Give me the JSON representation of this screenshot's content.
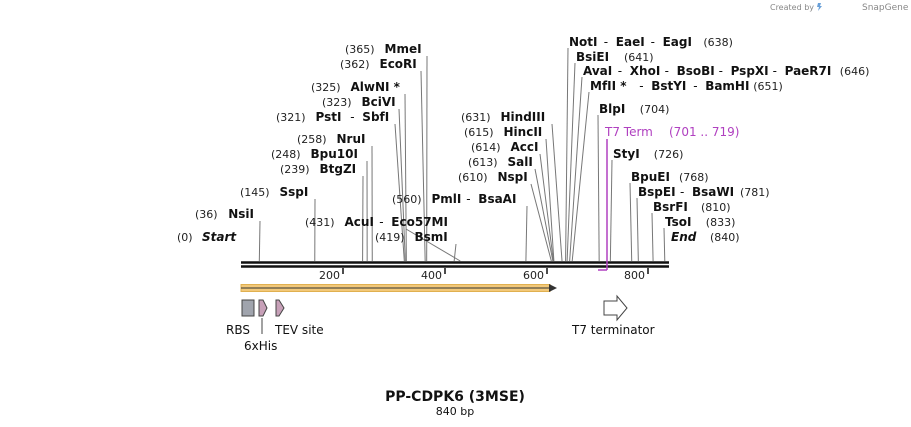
{
  "watermark": {
    "prefix": "Created by",
    "brand": "SnapGene"
  },
  "map": {
    "title": "PP-CDPK6 (3MSE)",
    "length_label": "840 bp",
    "scale_ticks": [
      "200",
      "400",
      "600",
      "800"
    ],
    "start_label": {
      "pos": "(0)",
      "name": "Start"
    },
    "end_label": {
      "name": "End",
      "pos": "(840)"
    },
    "sites": [
      {
        "pos": "(36)",
        "names": [
          "NsiI"
        ]
      },
      {
        "pos": "(145)",
        "names": [
          "SspI"
        ]
      },
      {
        "pos": "(239)",
        "names": [
          "BtgZI"
        ]
      },
      {
        "pos": "(248)",
        "names": [
          "Bpu10I"
        ]
      },
      {
        "pos": "(258)",
        "names": [
          "NruI"
        ]
      },
      {
        "pos": "(321)",
        "names": [
          "PstI",
          "SbfI"
        ]
      },
      {
        "pos": "(323)",
        "names": [
          "BciVI"
        ]
      },
      {
        "pos": "(325)",
        "names": [
          "AlwNI *"
        ]
      },
      {
        "pos": "(362)",
        "names": [
          "EcoRI"
        ]
      },
      {
        "pos": "(365)",
        "names": [
          "MmeI"
        ]
      },
      {
        "pos": "(431)",
        "names": [
          "AcuI",
          "Eco57MI"
        ]
      },
      {
        "pos": "(419)",
        "names": [
          "BsmI"
        ]
      },
      {
        "pos": "(560)",
        "names": [
          "PmlI",
          "BsaAI"
        ]
      },
      {
        "pos": "(610)",
        "names": [
          "NspI"
        ]
      },
      {
        "pos": "(613)",
        "names": [
          "SalI"
        ]
      },
      {
        "pos": "(614)",
        "names": [
          "AccI"
        ]
      },
      {
        "pos": "(615)",
        "names": [
          "HincII"
        ]
      },
      {
        "pos": "(631)",
        "names": [
          "HindIII"
        ]
      },
      {
        "pos": "(638)",
        "names": [
          "NotI",
          "EaeI",
          "EagI"
        ]
      },
      {
        "pos": "(641)",
        "names": [
          "BsiEI"
        ]
      },
      {
        "pos": "(646)",
        "names": [
          "AvaI",
          "XhoI",
          "BsoBI",
          "PspXI",
          "PaeR7I"
        ]
      },
      {
        "pos": "(651)",
        "names": [
          "MfII *",
          "BstYI",
          "BamHI"
        ]
      },
      {
        "pos": "(704)",
        "names": [
          "BlpI"
        ]
      },
      {
        "pos": "(726)",
        "names": [
          "StyI"
        ]
      },
      {
        "pos": "(768)",
        "names": [
          "BpuEI"
        ]
      },
      {
        "pos": "(781)",
        "names": [
          "BspEI",
          "BsaWI"
        ]
      },
      {
        "pos": "(810)",
        "names": [
          "BsrFI"
        ]
      },
      {
        "pos": "(833)",
        "names": [
          "TsoI"
        ]
      }
    ],
    "t7_term": {
      "name": "T7 Term",
      "range": "(701 .. 719)",
      "color": "#b040c0"
    },
    "features": [
      {
        "name": "RBS",
        "color": "#a0a4ad"
      },
      {
        "name": "6xHis",
        "color": "#c7a0b8"
      },
      {
        "name": "TEV site",
        "color": "#c7a0b8"
      },
      {
        "name": "T7 terminator",
        "color": "#ffffff"
      }
    ],
    "orf_color": "#f2c879"
  }
}
